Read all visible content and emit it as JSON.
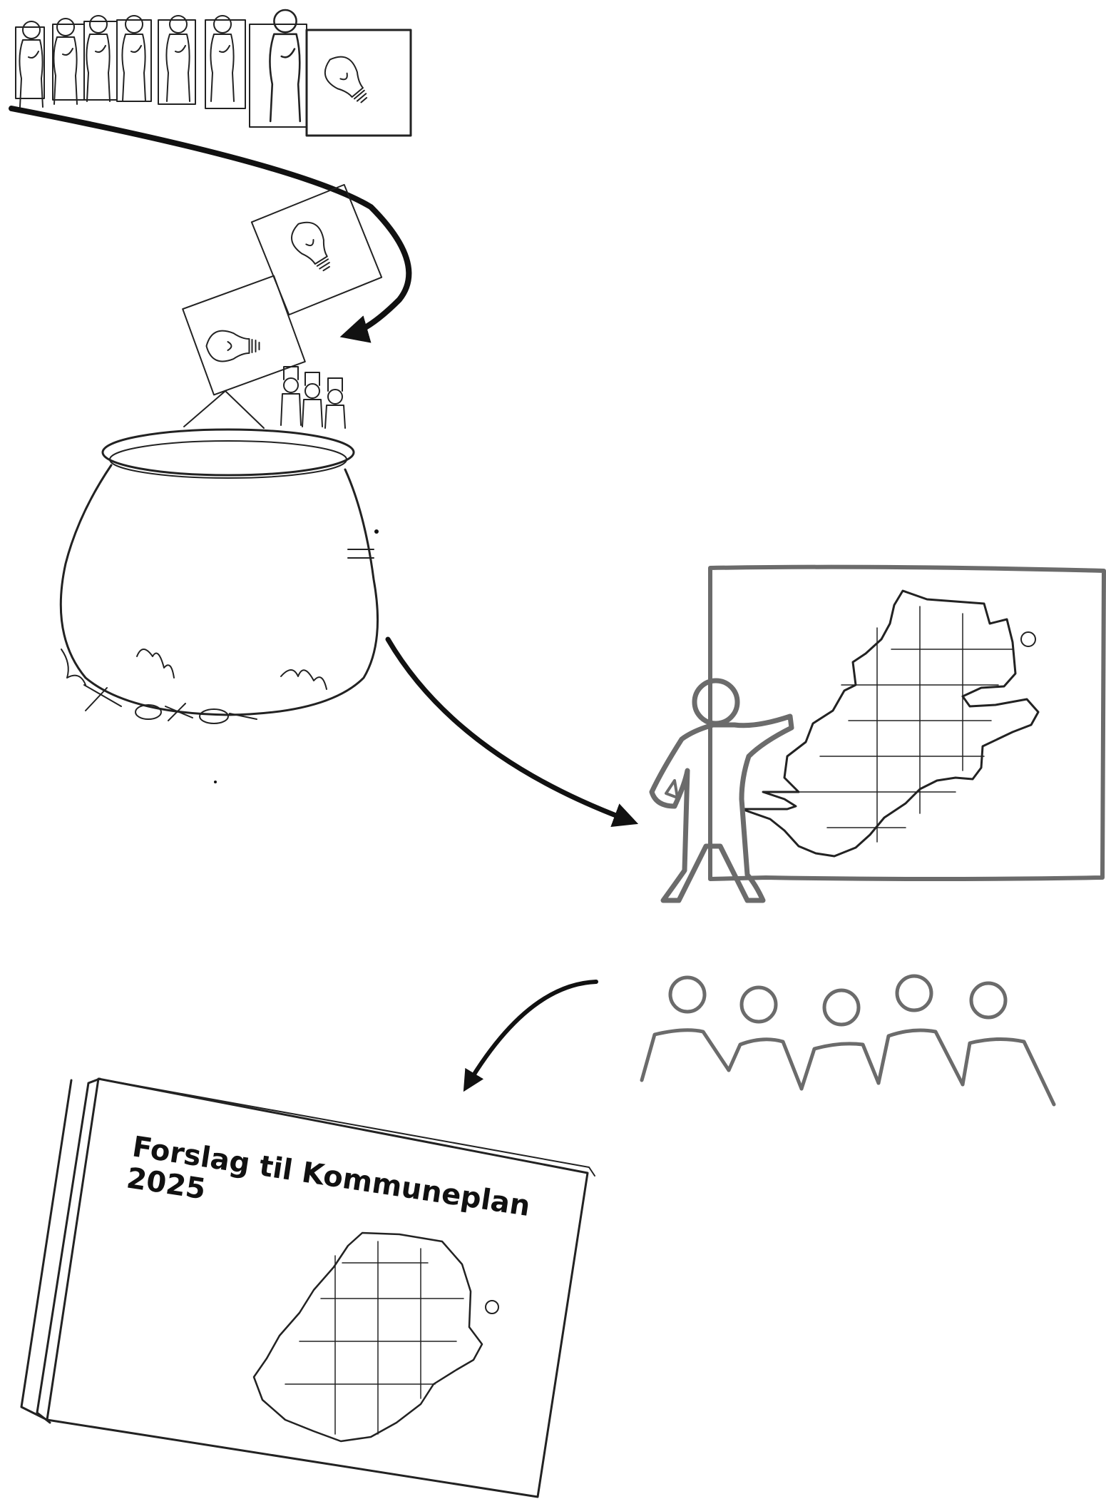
{
  "stages": [
    {
      "id": "ideas",
      "icon": "lightbulb-icon"
    },
    {
      "id": "cauldron",
      "icon": "cauldron-icon"
    },
    {
      "id": "presentation",
      "icon": "puzzle-map-icon"
    },
    {
      "id": "audience",
      "icon": "people-icon"
    },
    {
      "id": "plan-book",
      "icon": "book-icon"
    }
  ],
  "book": {
    "title_line1": "Forslag til Kommuneplan",
    "title_line2": "2025"
  },
  "colors": {
    "ink": "#222222",
    "gray_ink": "#6b6b6b",
    "background": "#ffffff"
  }
}
